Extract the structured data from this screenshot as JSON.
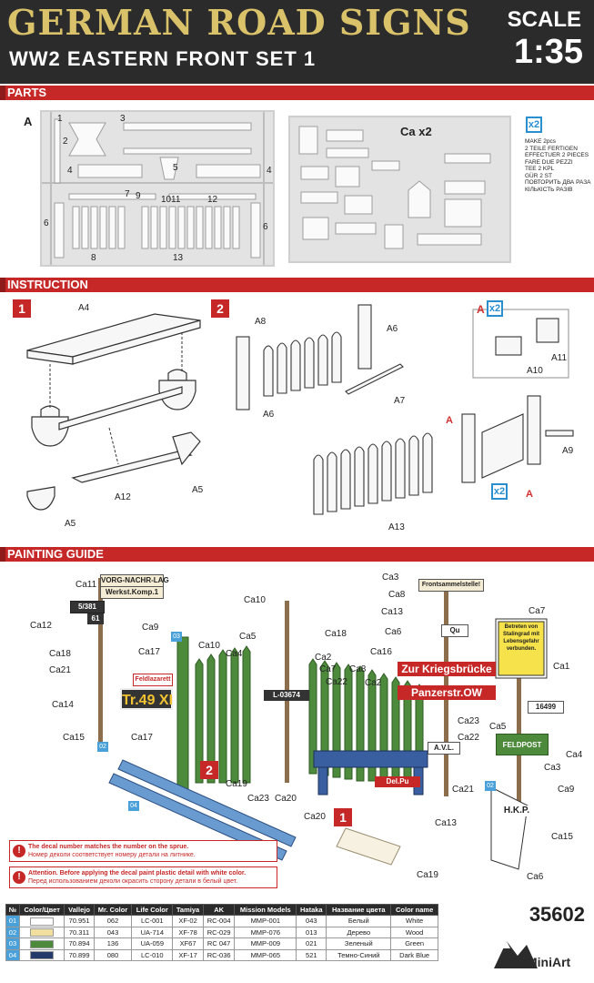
{
  "header": {
    "title": "GERMAN ROAD SIGNS",
    "subtitle": "WW2 EASTERN FRONT SET 1",
    "scale_label": "SCALE",
    "scale_value": "1:35"
  },
  "sections": {
    "parts": "PARTS",
    "instruction": "INSTRUCTION",
    "painting": "PAINTING GUIDE"
  },
  "parts": {
    "sprue_a_label": "A",
    "sprue_a_numbers": [
      "1",
      "3",
      "2",
      "4",
      "5",
      "4",
      "7",
      "9",
      "10",
      "11",
      "12",
      "6",
      "8",
      "13",
      "6"
    ],
    "sprue_ca_label": "Ca x2",
    "x2": "x2",
    "make_text": [
      "MAKE 2pcs",
      "2 TEILE FERTIGEN",
      "EFFECTUER 2 PIECES",
      "FARE DUE PEZZI",
      "TEE 2 KPL",
      "GÜR 2 ST",
      "ПОВТОРИТЬ ДВА РАЗА",
      "КІЛЬКІСТЬ РАЗІВ"
    ]
  },
  "instruction": {
    "step1": "1",
    "step2": "2",
    "s1": {
      "a4": "A4",
      "a12": "A12",
      "a5a": "A5",
      "a5b": "A5"
    },
    "s2": {
      "a8": "A8",
      "a6a": "A6",
      "a6b": "A6",
      "a7": "A7",
      "a9": "A9",
      "a13": "A13",
      "a_red1": "A",
      "a_red2": "A"
    },
    "detail": {
      "a": "A",
      "x2": "x2",
      "a10": "A10",
      "a11": "A11"
    },
    "x2b": "x2"
  },
  "painting": {
    "labels": {
      "ca11": "Ca11",
      "ca12": "Ca12",
      "ca9a": "Ca9",
      "ca18a": "Ca18",
      "ca17a": "Ca17",
      "ca21a": "Ca21",
      "ca14": "Ca14",
      "ca15a": "Ca15",
      "ca17b": "Ca17",
      "ca10a": "Ca10",
      "ca5a": "Ca5",
      "ca18b": "Ca18",
      "ca10b": "Ca10",
      "ca4a": "Ca4",
      "ca2a": "Ca2",
      "ca7a": "Ca7",
      "ca22a": "Ca22",
      "ca8a": "Ca8",
      "ca3a": "Ca3",
      "ca8b": "Ca8",
      "ca13a": "Ca13",
      "ca6a": "Ca6",
      "ca16": "Ca16",
      "ca2b": "Ca2",
      "ca23a": "Ca23",
      "ca22b": "Ca22",
      "ca21b": "Ca21",
      "ca13b": "Ca13",
      "ca19a": "Ca19",
      "ca23b": "Ca23",
      "ca20a": "Ca20",
      "ca20b": "Ca20",
      "ca7b": "Ca7",
      "ca1": "Ca1",
      "ca5b": "Ca5",
      "ca4b": "Ca4",
      "ca3b": "Ca3",
      "ca9b": "Ca9",
      "ca15b": "Ca15",
      "ca6b": "Ca6",
      "ca19b": "Ca19",
      "a3": "A3"
    },
    "signs": {
      "vorg": "VORG-NACHR-LAG",
      "werkst": "Werkst.Komp.1",
      "s381": "5/381",
      "s61": "61",
      "tr49": "Tr.49 XI",
      "feldlaz": "Feldlazarett",
      "l03674": "L-03674",
      "front": "Frontsammelstelle!",
      "qu": "Qu",
      "kriegsbr": "Zur Kriegsbrücke",
      "panzer": "Panzerstr.OW",
      "avl": "A.V.L.",
      "delpu": "Del.Pu",
      "feldpost": "FELDPOST",
      "hkp": "H.K.P.",
      "betreten": "Betreten von Stalingrad mit Lebensgefahr verbunden.",
      "n1": "16499"
    },
    "badges": {
      "b03": "03",
      "b02a": "02",
      "b04": "04",
      "b02b": "02",
      "step2": "2",
      "step1": "1"
    }
  },
  "notes": {
    "n1_en": "The decal number matches  the number on the sprue.",
    "n1_ru": "Номер деколи соответствует  номеру детали на литнике.",
    "n2_en": "Attention. Before applying the decal paint plastic detail with white color.",
    "n2_ru": "Перед использованием деколи окрасить сторону детали в  белый цвет."
  },
  "color_table": {
    "headers": [
      "№",
      "Color/Цвет",
      "Vallejo",
      "Mr. Color",
      "Life Color",
      "Tamiya",
      "AK",
      "Mission Models",
      "Hataka",
      "Название цвета",
      "Color name"
    ],
    "rows": [
      {
        "n": "01",
        "color": "#ffffff",
        "cells": [
          "70.951",
          "062",
          "LC-001",
          "XF-02",
          "RC-004",
          "MMP-001",
          "043",
          "Белый",
          "White"
        ]
      },
      {
        "n": "02",
        "color": "#f1dfa0",
        "cells": [
          "70.311",
          "043",
          "UA-714",
          "XF-78",
          "RC-029",
          "MMP-076",
          "013",
          "Дерево",
          "Wood"
        ]
      },
      {
        "n": "03",
        "color": "#4e8a3c",
        "cells": [
          "70.894",
          "136",
          "UA-059",
          "XF67",
          "RC 047",
          "MMP-009",
          "021",
          "Зеленый",
          "Green"
        ]
      },
      {
        "n": "04",
        "color": "#233a6b",
        "cells": [
          "70.899",
          "080",
          "LC-010",
          "XF-17",
          "RC-036",
          "MMP-065",
          "521",
          "Темно-Синий",
          "Dark Blue"
        ]
      }
    ]
  },
  "product_code": "35602",
  "brand": "MiniArt"
}
